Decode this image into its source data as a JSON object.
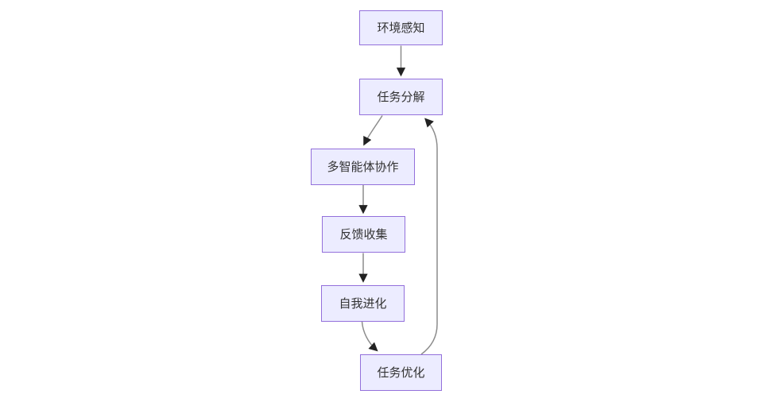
{
  "diagram": {
    "type": "flowchart",
    "direction": "top-down",
    "nodes": [
      {
        "id": "env-perception",
        "label": "环境感知"
      },
      {
        "id": "task-decomposition",
        "label": "任务分解"
      },
      {
        "id": "multi-agent-collaboration",
        "label": "多智能体协作"
      },
      {
        "id": "feedback-collection",
        "label": "反馈收集"
      },
      {
        "id": "self-evolution",
        "label": "自我进化"
      },
      {
        "id": "task-optimization",
        "label": "任务优化"
      }
    ],
    "edges": [
      {
        "from": "环境感知",
        "to": "任务分解"
      },
      {
        "from": "任务分解",
        "to": "多智能体协作"
      },
      {
        "from": "多智能体协作",
        "to": "反馈收集"
      },
      {
        "from": "反馈收集",
        "to": "自我进化"
      },
      {
        "from": "自我进化",
        "to": "任务优化"
      },
      {
        "from": "任务优化",
        "to": "任务分解"
      }
    ],
    "colors": {
      "node_fill": "#ECECFF",
      "node_border": "#9370DB",
      "edge_line": "#8c8c8c",
      "arrowhead": "#222222",
      "text": "#333333",
      "background": "#ffffff"
    }
  }
}
